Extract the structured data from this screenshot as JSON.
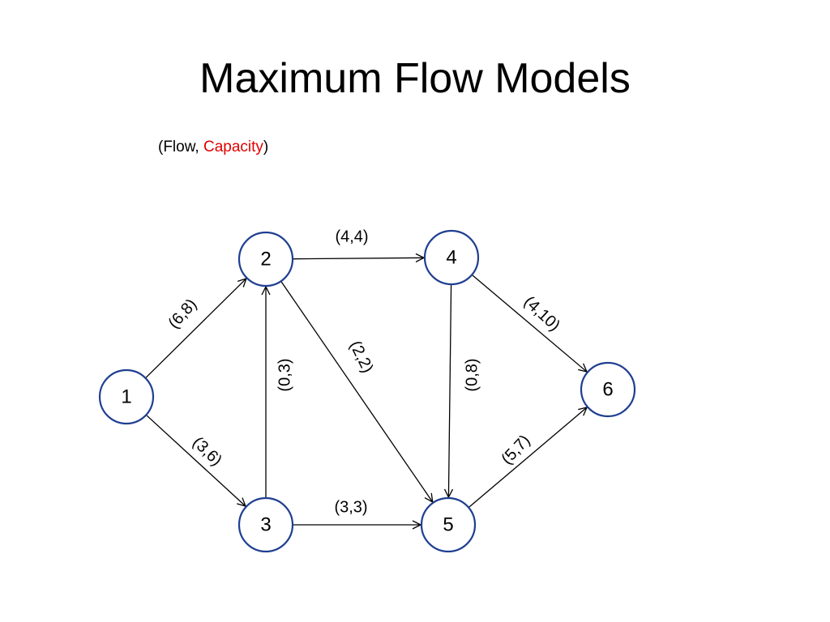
{
  "slide": {
    "title": "Maximum Flow Models",
    "legend": {
      "open": "(",
      "flow": "Flow",
      "sep": ", ",
      "capacity": "Capacity",
      "close": ")"
    }
  },
  "colors": {
    "node_stroke": "#1f3f91",
    "capacity_text": "#e00000",
    "edge": "#000000"
  },
  "graph": {
    "nodes": [
      "1",
      "2",
      "3",
      "4",
      "5",
      "6"
    ],
    "edges": [
      {
        "from": "1",
        "to": "2",
        "flow": 6,
        "capacity": 8,
        "label": "(6,8)"
      },
      {
        "from": "1",
        "to": "3",
        "flow": 3,
        "capacity": 6,
        "label": "(3,6)"
      },
      {
        "from": "3",
        "to": "2",
        "flow": 0,
        "capacity": 3,
        "label": "(0,3)"
      },
      {
        "from": "2",
        "to": "4",
        "flow": 4,
        "capacity": 4,
        "label": "(4,4)"
      },
      {
        "from": "2",
        "to": "5",
        "flow": 2,
        "capacity": 2,
        "label": "(2,2)"
      },
      {
        "from": "3",
        "to": "5",
        "flow": 3,
        "capacity": 3,
        "label": "(3,3)"
      },
      {
        "from": "4",
        "to": "5",
        "flow": 0,
        "capacity": 8,
        "label": "(0,8)"
      },
      {
        "from": "4",
        "to": "6",
        "flow": 4,
        "capacity": 10,
        "label": "(4,10)"
      },
      {
        "from": "5",
        "to": "6",
        "flow": 5,
        "capacity": 7,
        "label": "(5,7)"
      }
    ]
  }
}
